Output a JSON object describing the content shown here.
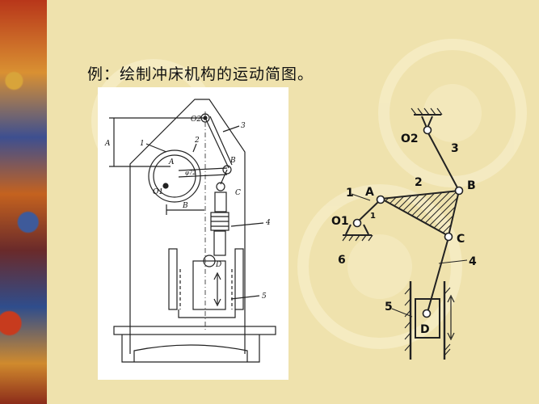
{
  "title": "例：绘制冲床机构的运动简图。",
  "press_drawing": {
    "labels": {
      "o2": "O2",
      "three": "3",
      "one": "1",
      "two": "2",
      "a": "A",
      "phi": "φ72",
      "b": "B",
      "o1": "O1",
      "c": "C",
      "four": "4",
      "d": "D",
      "five": "5",
      "dim_a": "A",
      "dim_b": "B"
    }
  },
  "schematic": {
    "labels": {
      "o2": "O2",
      "three": "3",
      "two": "2",
      "b": "B",
      "one": "1",
      "a": "A",
      "o1": "O1",
      "one_small": "1",
      "c": "C",
      "six": "6",
      "four": "4",
      "five": "5",
      "d": "D"
    }
  }
}
